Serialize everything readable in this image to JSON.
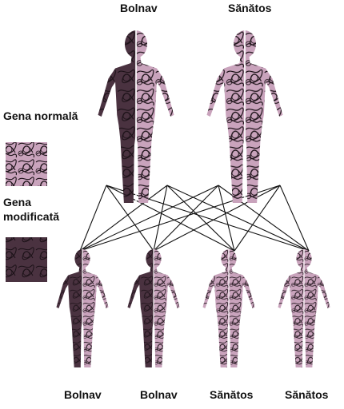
{
  "parents": {
    "left_label": "Bolnav",
    "right_label": "Sănătos"
  },
  "children": {
    "labels": [
      "Bolnav",
      "Bolnav",
      "Sănătos",
      "Sănătos"
    ]
  },
  "legend": {
    "normal_label": "Gena normală",
    "modified_label_line1": "Gena",
    "modified_label_line2": "modificată"
  },
  "colors": {
    "normal_gene": "#c9a3bc",
    "modified_gene": "#4a3240",
    "pattern_stroke": "#1a1016",
    "line": "#111111"
  }
}
